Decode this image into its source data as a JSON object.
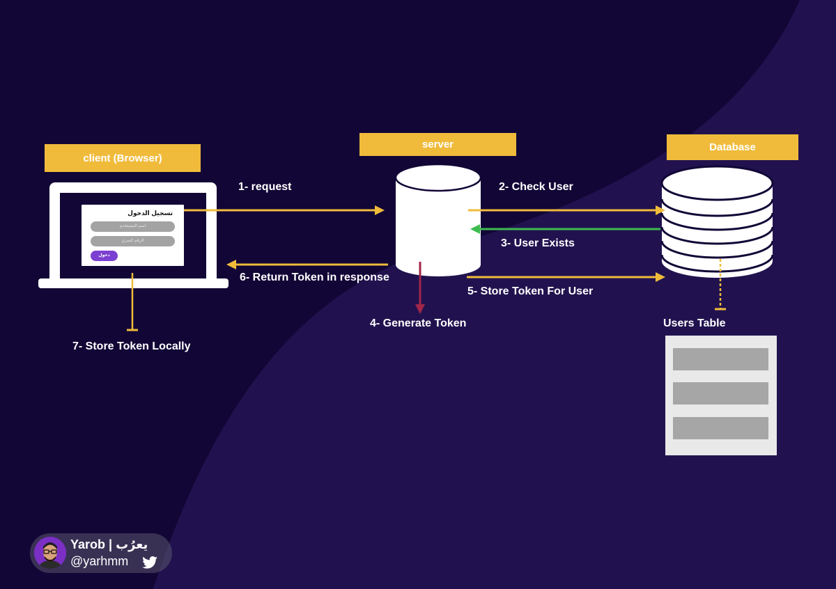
{
  "headers": {
    "client": "client (Browser)",
    "server": "server",
    "database": "Database"
  },
  "steps": {
    "request": "1- request",
    "check_user": "2- Check User",
    "user_exists": "3- User Exists",
    "generate_token": "4- Generate Token",
    "store_token_for_user": "5- Store Token For User",
    "return_token": "6- Return Token in response",
    "store_token_locally": "7- Store Token Locally"
  },
  "users_table": {
    "label": "Users Table",
    "rows": 3
  },
  "login_form": {
    "title": "تسجيل الدخول",
    "username_placeholder": "اسم المستخدم",
    "password_placeholder": "الرقم السري",
    "submit_label": "دخول"
  },
  "profile": {
    "name": "Yarob | يعرُب",
    "handle": "@yarhmm"
  },
  "colors": {
    "background_dark": "#120636",
    "background_wave": "#21124f",
    "accent_yellow": "#f0bb3b",
    "arrow_green": "#3dbb4f",
    "arrow_red": "#a2264a",
    "icon_white": "#ffffff",
    "button_purple": "#7b3fd1",
    "twitter_blue": "#ffffff"
  },
  "icons": {
    "laptop": "laptop-icon",
    "server": "server-cylinder-icon",
    "database": "database-stack-icon",
    "twitter": "twitter-bird-icon"
  }
}
